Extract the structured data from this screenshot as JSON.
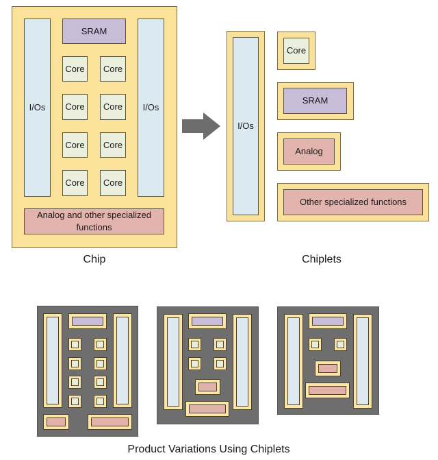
{
  "chip": {
    "caption": "Chip",
    "io_left": "I/Os",
    "io_right": "I/Os",
    "sram": "SRAM",
    "cores": [
      "Core",
      "Core",
      "Core",
      "Core",
      "Core",
      "Core",
      "Core",
      "Core"
    ],
    "analog": "Analog and other specialized functions"
  },
  "arrow": {
    "icon": "right-arrow-icon",
    "color": "#6d6d6d"
  },
  "chiplets": {
    "caption": "Chiplets",
    "io": "I/Os",
    "core": "Core",
    "sram": "SRAM",
    "analog": "Analog",
    "other": "Other specialized functions"
  },
  "products": {
    "caption": "Product Variations Using Chiplets",
    "variants": [
      {
        "cores": 8,
        "sram": 1,
        "analog_blocks": 2
      },
      {
        "cores": 4,
        "sram": 1,
        "analog_blocks": 2
      },
      {
        "cores": 2,
        "sram": 1,
        "analog_blocks": 2
      }
    ]
  },
  "colors": {
    "substrate": "#fbe29a",
    "io": "#dbe9f1",
    "core": "#ebefdd",
    "sram": "#c9bcd9",
    "analog": "#e3b3ad",
    "package": "#6e6e6e"
  }
}
